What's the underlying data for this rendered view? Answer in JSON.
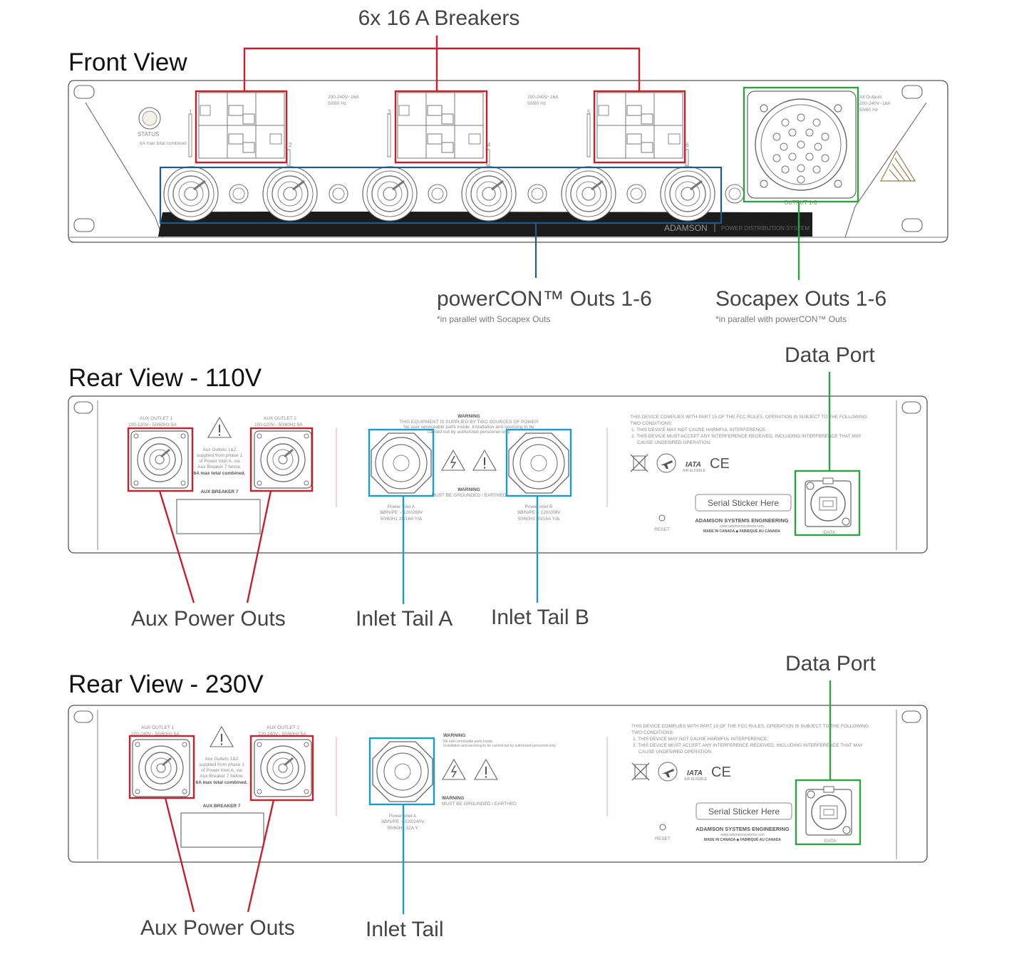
{
  "titles": {
    "front": "Front View",
    "rear110": "Rear View - 110V",
    "rear230": "Rear View - 230V"
  },
  "callouts": {
    "breakers": "6x 16 A Breakers",
    "powercon": "powerCON™ Outs 1-6",
    "powercon_note": "*in parallel with Socapex Outs",
    "socapex": "Socapex Outs 1-6",
    "socapex_note": "*in parallel with powerCON™ Outs",
    "data_port_110": "Data Port",
    "aux_110": "Aux Power Outs",
    "inlet_a": "Inlet Tail A",
    "inlet_b": "Inlet Tail B",
    "data_port_230": "Data Port",
    "aux_230": "Aux Power Outs",
    "inlet_tail": "Inlet Tail"
  },
  "front_panel": {
    "status": "STATUS",
    "status_note": "6A max total combined",
    "breaker_spec_1": "200-240V~16A",
    "breaker_spec_2": "50/60 Hz",
    "breaker_spec_3": "200-240V~16A",
    "breaker_spec_4": "50/60 Hz",
    "breaker_numbers": [
      "1",
      "2",
      "3",
      "4",
      "5",
      "6"
    ],
    "all_outputs_1": "All Outputs",
    "all_outputs_2": "200-240V~16A",
    "all_outputs_3": "50/60 Hz",
    "output_label": "OUTPUT 1-6",
    "brand": "ADAMSON",
    "system": "POWER DISTRIBUTION SYSTEM"
  },
  "rear_110": {
    "aux1_title": "AUX OUTLET 1",
    "aux1_spec": "100-120V~ 50/60Hz 5A",
    "aux2_title": "AUX OUTLET 2",
    "aux2_spec": "100-120V~ 50/60Hz 5A",
    "aux_note_1": "Aux Outlets 1&2",
    "aux_note_2": "supplied from phase 1",
    "aux_note_3": "of Power Inlet A, via",
    "aux_note_4": "Aux Breaker 7 below.",
    "aux_note_5": "6A max total combined.",
    "aux_breaker": "AUX BREAKER 7",
    "warn_title": "WARNING",
    "warn_1": "THIS EQUIPMENT IS SUPPLIED BY TWO SOURCES OF POWER",
    "warn_2": "No user serviceable parts inside. Installation and servicing to be",
    "warn_3": "carried out by authorized personnel only",
    "warn2_title": "WARNING",
    "warn2_text": "MUST BE GROUNDED / EARTHED",
    "inlet_a_1": "Power Inlet A",
    "inlet_a_2": "3Ø/N/PE ~ 120/208V",
    "inlet_a_3": "50/60Hz 20/16A Y/Δ",
    "inlet_b_1": "Power Inlet B",
    "inlet_b_2": "3Ø/N/PE ~ 120/208V",
    "inlet_b_3": "50/60Hz 20/16A Y/Δ",
    "fcc_1": "THIS DEVICE COMPLIES WITH PART 15 OF THE FCC RULES. OPERATION IS SUBJECT TO THE FOLLOWING",
    "fcc_2": "TWO CONDITIONS:",
    "fcc_3": "1. THIS DEVICE MAY NOT CAUSE HARMFUL INTERFERENCE.",
    "fcc_4": "2. THIS DEVICE MUST ACCEPT ANY INTERFERENCE RECEIVED, INCLUDING INTERFERENCE THAT MAY",
    "fcc_5": "CAUSE UNDESIRED OPERATION.",
    "iata": "IATA",
    "air": "AIR ELIGIBLE",
    "ce": "CE",
    "serial": "Serial Sticker Here",
    "company": "ADAMSON SYSTEMS ENGINEERING",
    "web": "www.adamsonsystems.com",
    "made": "MADE IN CANADA ◆ FABRIQUÉ AU CANADA",
    "reset": "RESET",
    "data": "DATA"
  },
  "rear_230": {
    "aux1_title": "AUX OUTLET 1",
    "aux1_spec": "220-240V~ 50/60Hz 5A",
    "aux2_title": "AUX OUTLET 2",
    "aux2_spec": "220-240V~ 50/60Hz 5A",
    "aux_note_1": "Aux Outlets 1&2",
    "aux_note_2": "supplied from phase 1",
    "aux_note_3": "of Power Inlet A, via",
    "aux_note_4": "Aux Breaker 7 below.",
    "aux_note_5": "6A max total combined.",
    "aux_breaker": "AUX BREAKER 7",
    "warn_title": "WARNING",
    "warn_1": "No user removable parts inside.",
    "warn_2": "Installation and servicing to be carried out by authorized personnel only.",
    "warn2_title": "WARNING",
    "warn2_text": "MUST BE GROUNDED / EARTHED",
    "inlet_1": "Power Inlet A",
    "inlet_2": "3Ø/N/PE ~ 220/240V",
    "inlet_3": "50/60Hz 32A Y",
    "fcc_1": "THIS DEVICE COMPLIES WITH PART 15 OF THE FCC RULES. OPERATION IS SUBJECT TO THE FOLLOWING",
    "fcc_2": "TWO CONDITIONS:",
    "fcc_3": "1. THIS DEVICE MAY NOT CAUSE HARMFUL INTERFERENCE.",
    "fcc_4": "2. THIS DEVICE MUST ACCEPT ANY INTERFERENCE RECEIVED, INCLUDING INTERFERENCE THAT MAY",
    "fcc_5": "CAUSE UNDESIRED OPERATION.",
    "iata": "IATA",
    "air": "AIR ELIGIBLE",
    "ce": "CE",
    "serial": "Serial Sticker Here",
    "company": "ADAMSON SYSTEMS ENGINEERING",
    "web": "www.adamsonsystems.com",
    "made": "MADE IN CANADA ◆ FABRIQUÉ AU CANADA",
    "reset": "RESET",
    "data": "DATA"
  },
  "colors": {
    "breakers": "#c8202b",
    "powercon": "#1f5a8a",
    "socapex": "#2ea243",
    "inlet": "#1b9bd1",
    "brand_gold": "#a07a4a"
  }
}
